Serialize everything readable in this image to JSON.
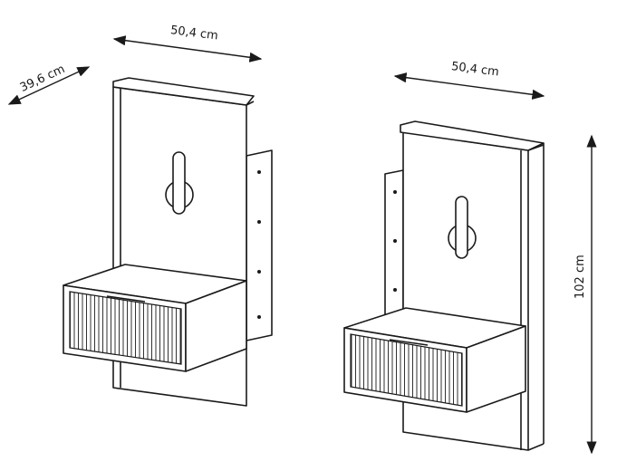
{
  "dimensions": {
    "left_width": "50,4 cm",
    "left_depth": "39,6 cm",
    "right_width": "50,4 cm",
    "right_height": "102 cm"
  },
  "colors": {
    "line": "#1a1a1a",
    "background": "#ffffff"
  }
}
